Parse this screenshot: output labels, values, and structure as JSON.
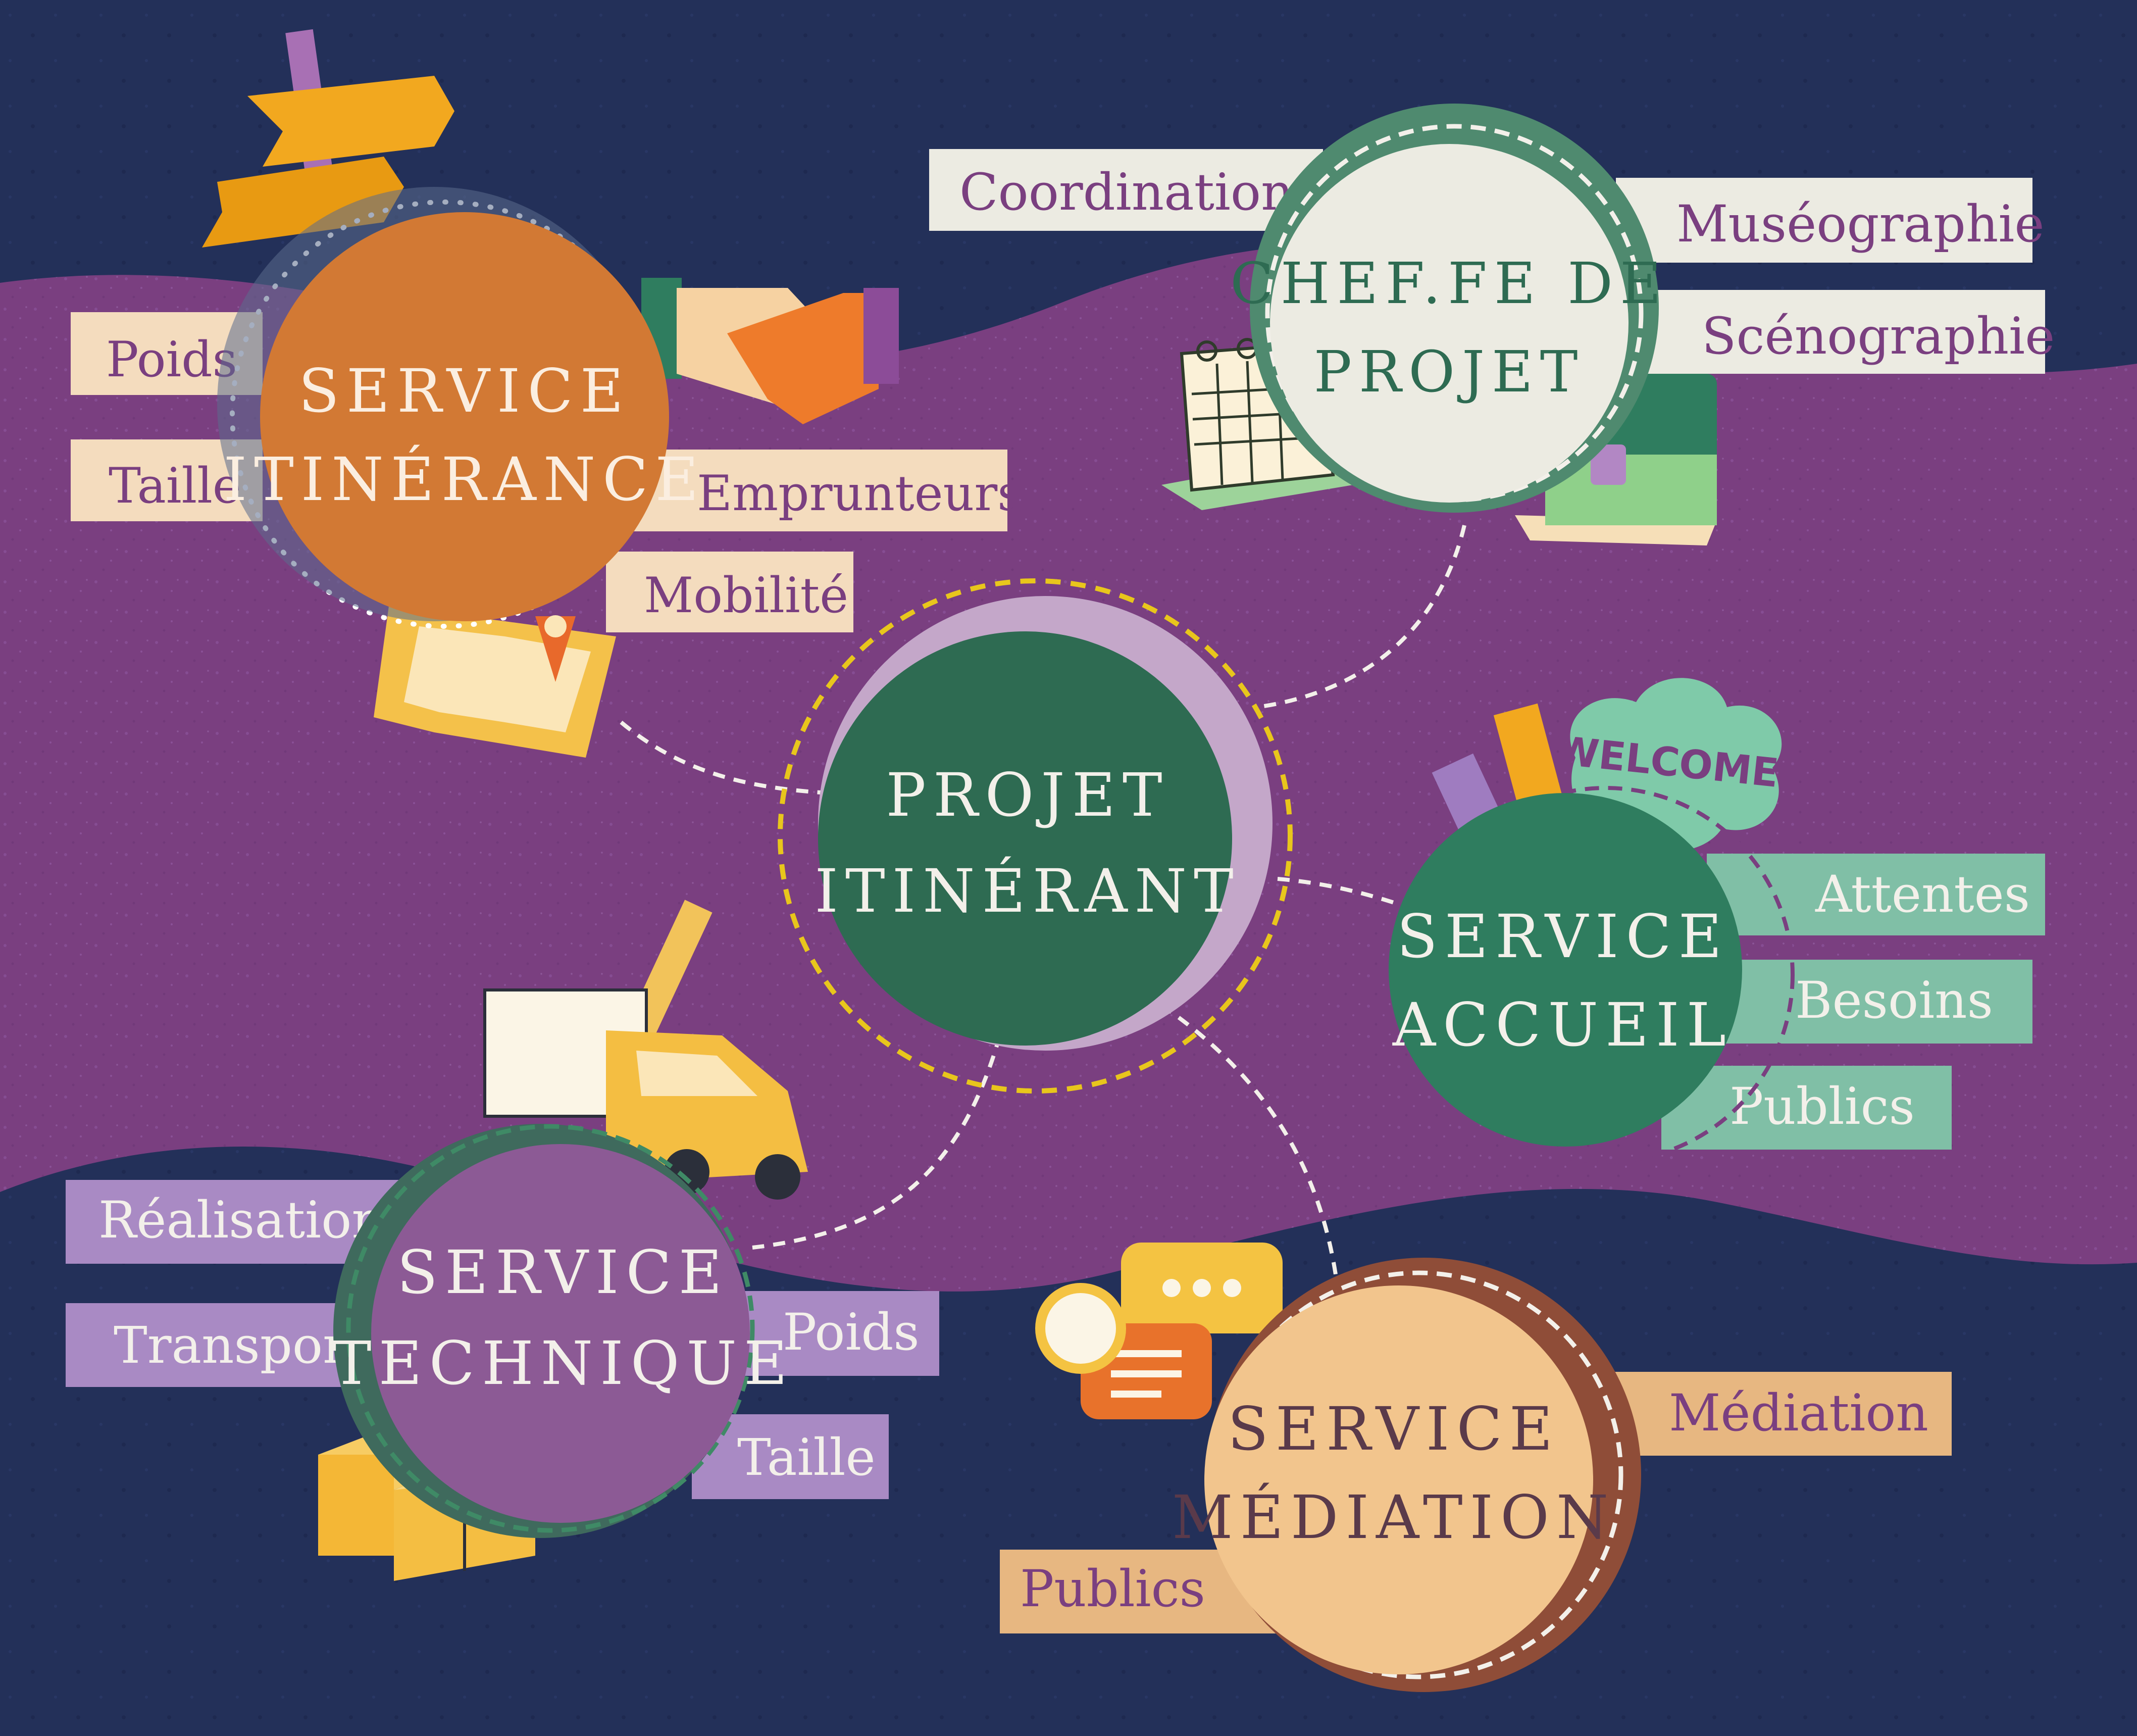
{
  "colors": {
    "background": "#233059",
    "band": "#7a3f80",
    "center": "#2e6b52",
    "itinerance": "#d27934",
    "chef": "#ecebe2",
    "accueil": "#2f7d5f",
    "technique": "#8c5a95",
    "mediation": "#f2c58d",
    "tag_itinerance": "#f4dcbe",
    "tag_chef": "#ecebe2",
    "tag_accueil": "#80bfa6",
    "tag_technique": "#a98ac4",
    "tag_mediation": "#e7b781"
  },
  "icons": [
    "signpost-icon",
    "handshake-icon",
    "map-pin-icon",
    "calendar-icon",
    "briefcase-icon",
    "tickets-icon",
    "welcome-bubble-icon",
    "truck-icon",
    "ruler-icon",
    "parcel-icon",
    "chat-bubbles-icon",
    "clock-icon"
  ],
  "center": {
    "line1": "PROJET",
    "line2": "ITINÉRANT"
  },
  "nodes": {
    "itinerance": {
      "line1": "SERVICE",
      "line2": "ITINÉRANCE",
      "tags": [
        "Poids",
        "Taille",
        "Emprunteurs",
        "Mobilité"
      ]
    },
    "chef": {
      "line1": "CHEF.FE DE",
      "line2": "PROJET",
      "tags": [
        "Coordination",
        "Muséographie",
        "Scénographie"
      ]
    },
    "accueil": {
      "line1": "SERVICE",
      "line2": "ACCUEIL",
      "tags": [
        "Attentes",
        "Besoins",
        "Publics"
      ]
    },
    "technique": {
      "line1": "SERVICE",
      "line2": "TECHNIQUE",
      "tags": [
        "Réalisation",
        "Transport",
        "Poids",
        "Taille"
      ]
    },
    "mediation": {
      "line1": "SERVICE",
      "line2": "MÉDIATION",
      "tags": [
        "Médiation",
        "Publics"
      ]
    }
  },
  "welcome_text": "WELCOME"
}
